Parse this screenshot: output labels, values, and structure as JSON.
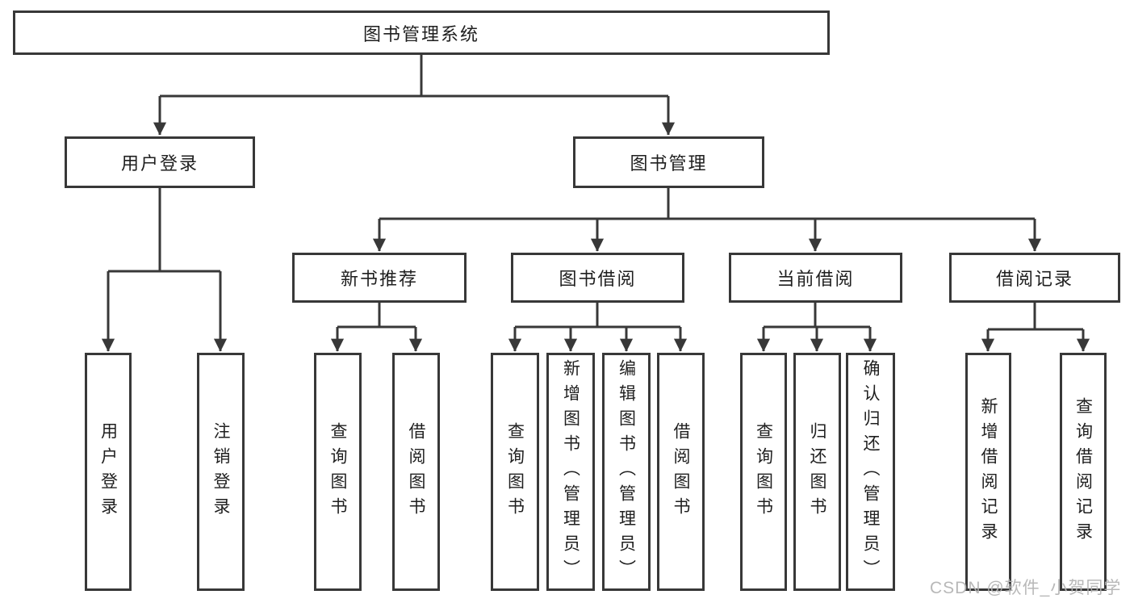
{
  "diagram": {
    "type": "hierarchy-tree",
    "colors": {
      "line": "#383838",
      "box_border": "#383838",
      "text": "#1f1f1f",
      "background": "#ffffff",
      "watermark": "#b3b3b3"
    }
  },
  "nodes": {
    "root": {
      "label": "图书管理系统"
    },
    "userLogin": {
      "label": "用户登录",
      "children": [
        "用户登录",
        "注销登录"
      ]
    },
    "bookManagement": {
      "label": "图书管理"
    },
    "newBookRecommend": {
      "label": "新书推荐",
      "children": [
        "查询图书",
        "借阅图书"
      ]
    },
    "bookBorrowing": {
      "label": "图书借阅",
      "children": [
        "查询图书",
        "新增图书（管理员）",
        "编辑图书（管理员）",
        "借阅图书"
      ]
    },
    "currentBorrowing": {
      "label": "当前借阅",
      "children": [
        "查询图书",
        "归还图书",
        "确认归还（管理员）"
      ]
    },
    "borrowRecords": {
      "label": "借阅记录",
      "children": [
        "新增借阅记录",
        "查询借阅记录"
      ]
    }
  },
  "watermark": {
    "text": "CSDN @软件_小贺同学"
  }
}
